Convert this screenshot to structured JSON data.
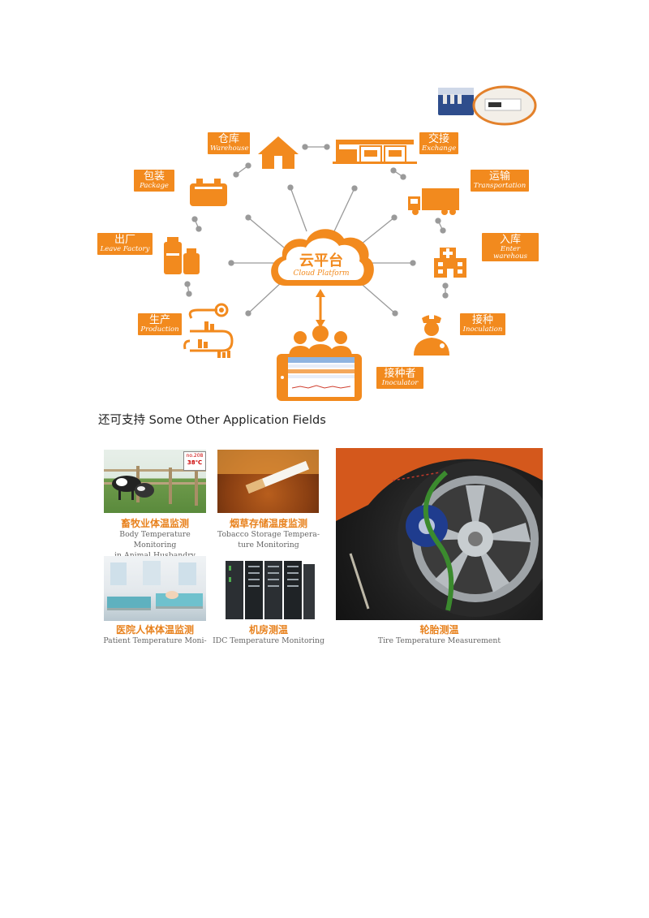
{
  "diagram": {
    "center": {
      "zh": "云平台",
      "en": "Cloud Platform"
    },
    "nodes": {
      "warehouse": {
        "zh": "仓库",
        "en": "Warehouse"
      },
      "exchange": {
        "zh": "交接",
        "en": "Exchange"
      },
      "package": {
        "zh": "包装",
        "en": "Package"
      },
      "transportation": {
        "zh": "运输",
        "en": "Transportation"
      },
      "leave_factory": {
        "zh": "出厂",
        "en": "Leave Factory"
      },
      "enter_warehouse": {
        "zh": "入库",
        "en": "Enter warehous"
      },
      "production": {
        "zh": "生产",
        "en": "Production"
      },
      "inoculation": {
        "zh": "接种",
        "en": "Inoculation"
      },
      "inoculator": {
        "zh": "接种者",
        "en": "Inoculator"
      }
    },
    "colors": {
      "accent": "#f28a1e",
      "line": "#9a9a9a"
    }
  },
  "section": {
    "heading": "还可支持 Some Other Application Fields"
  },
  "applications": {
    "animal": {
      "zh": "畜牧业体温监测",
      "en1": "Body Temperature Monitoring",
      "en2": "in Animal Husbandry",
      "display_top": "no.208",
      "display_bottom": "38℃"
    },
    "tobacco": {
      "zh": "烟草存储温度监测",
      "en1": "Tobacco Storage Tempera-",
      "en2": "ture Monitoring"
    },
    "patient": {
      "zh": "医院人体体温监测",
      "en1": "Patient Temperature Moni-"
    },
    "idc": {
      "zh": "机房测温",
      "en1": "IDC Temperature Monitoring"
    },
    "tire": {
      "zh": "轮胎测温",
      "en1": "Tire Temperature Measurement"
    }
  }
}
